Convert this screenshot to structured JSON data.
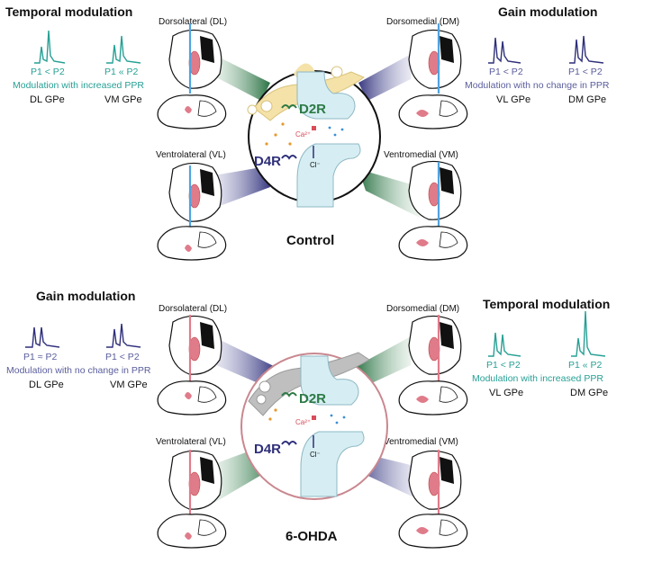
{
  "colors": {
    "teal": "#27a095",
    "navy": "#2e2f7a",
    "lavender": "#5a5d9c",
    "green": "#2d7a45",
    "red": "#e07b8a",
    "blue": "#4fa3e0",
    "dopamine": "#f4e2a8",
    "dopamine_lesion": "#bfbfbf"
  },
  "control": {
    "label": "Control",
    "left": {
      "heading": "Temporal modulation",
      "ppr_left": "P1 < P2",
      "ppr_right": "P1 « P2",
      "description": "Modulation with increased PPR",
      "gpe_left": "DL GPe",
      "gpe_right": "VM GPe"
    },
    "right": {
      "heading": "Gain modulation",
      "ppr_left": "P1 < P2",
      "ppr_right": "P1 < P2",
      "description": "Modulation with no change in PPR",
      "gpe_left": "VL GPe",
      "gpe_right": "DM GPe"
    },
    "regions": {
      "dl": "Dorsolateral (DL)",
      "dm": "Dorsomedial (DM)",
      "vl": "Ventrolateral (VL)",
      "vm": "Ventromedial (VM)"
    },
    "synapse": {
      "d2r": "D2R",
      "d4r": "D4R",
      "ca": "Ca²⁺",
      "cl": "Cl⁻"
    }
  },
  "lesion": {
    "label": "6-OHDA",
    "left": {
      "heading": "Gain modulation",
      "ppr_left": "P1 ≈ P2",
      "ppr_right": "P1 < P2",
      "description": "Modulation with no change in PPR",
      "gpe_left": "DL GPe",
      "gpe_right": "VM GPe"
    },
    "right": {
      "heading": "Temporal modulation",
      "ppr_left": "P1 < P2",
      "ppr_right": "P1 « P2",
      "description": "Modulation with increased PPR",
      "gpe_left": "VL GPe",
      "gpe_right": "DM GPe"
    },
    "regions": {
      "dl": "Dorsolateral (DL)",
      "dm": "Dorsomedial (DM)",
      "vl": "Ventrolateral (VL)",
      "vm": "Ventromedial (VM)"
    },
    "synapse": {
      "d2r": "D2R",
      "d4r": "D4R",
      "ca": "Ca²⁺",
      "cl": "Cl⁻"
    }
  }
}
